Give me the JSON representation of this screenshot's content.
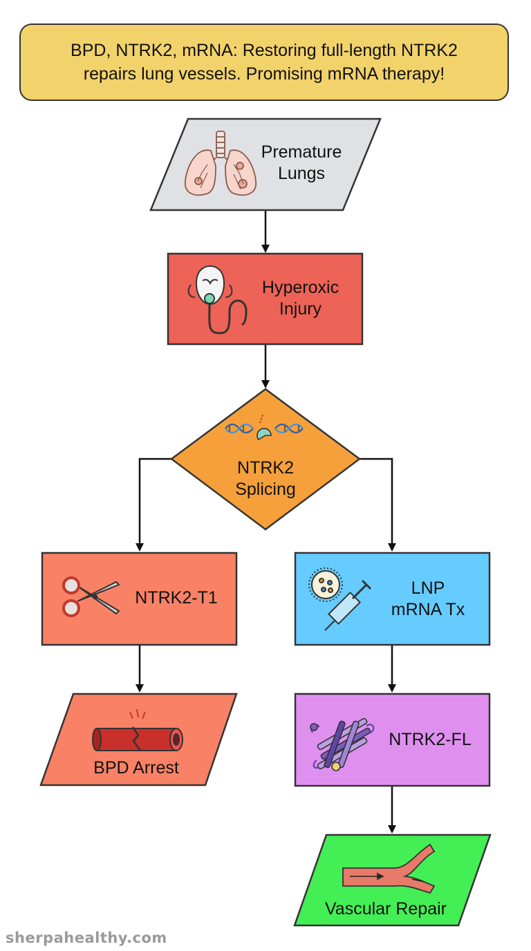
{
  "title": {
    "line1": "BPD, NTRK2, mRNA: Restoring full-length NTRK2",
    "line2": "repairs lung vessels. Promising mRNA therapy!"
  },
  "nodes": {
    "premature_lungs": {
      "line1": "Premature",
      "line2": "Lungs",
      "icon": "lungs-icon",
      "fill": "#dfe1e4"
    },
    "hyperoxic_injury": {
      "line1": "Hyperoxic",
      "line2": "Injury",
      "icon": "oxygen-mask-icon",
      "fill": "#ee6357"
    },
    "ntrk2_splicing": {
      "line1": "NTRK2",
      "line2": "Splicing",
      "icon": "dna-splicing-icon",
      "fill": "#f5a03a"
    },
    "ntrk2_t1": {
      "label": "NTRK2-T1",
      "icon": "scissors-icon",
      "fill": "#f98165"
    },
    "lnp_mrna_tx": {
      "line1": "LNP",
      "line2": "mRNA Tx",
      "icon": "syringe-icon",
      "fill": "#66ccff"
    },
    "bpd_arrest": {
      "label": "BPD Arrest",
      "icon": "broken-vessel-icon",
      "fill": "#f98165"
    },
    "ntrk2_fl": {
      "label": "NTRK2-FL",
      "icon": "receptor-protein-icon",
      "fill": "#df90ef"
    },
    "vascular_repair": {
      "label": "Vascular Repair",
      "icon": "blood-vessel-icon",
      "fill": "#44ee55"
    }
  },
  "footer": {
    "watermark": "sherpahealthy.com"
  },
  "colors": {
    "stroke": "#333333",
    "arrow": "#111111",
    "title_fill": "#f2d26b"
  }
}
